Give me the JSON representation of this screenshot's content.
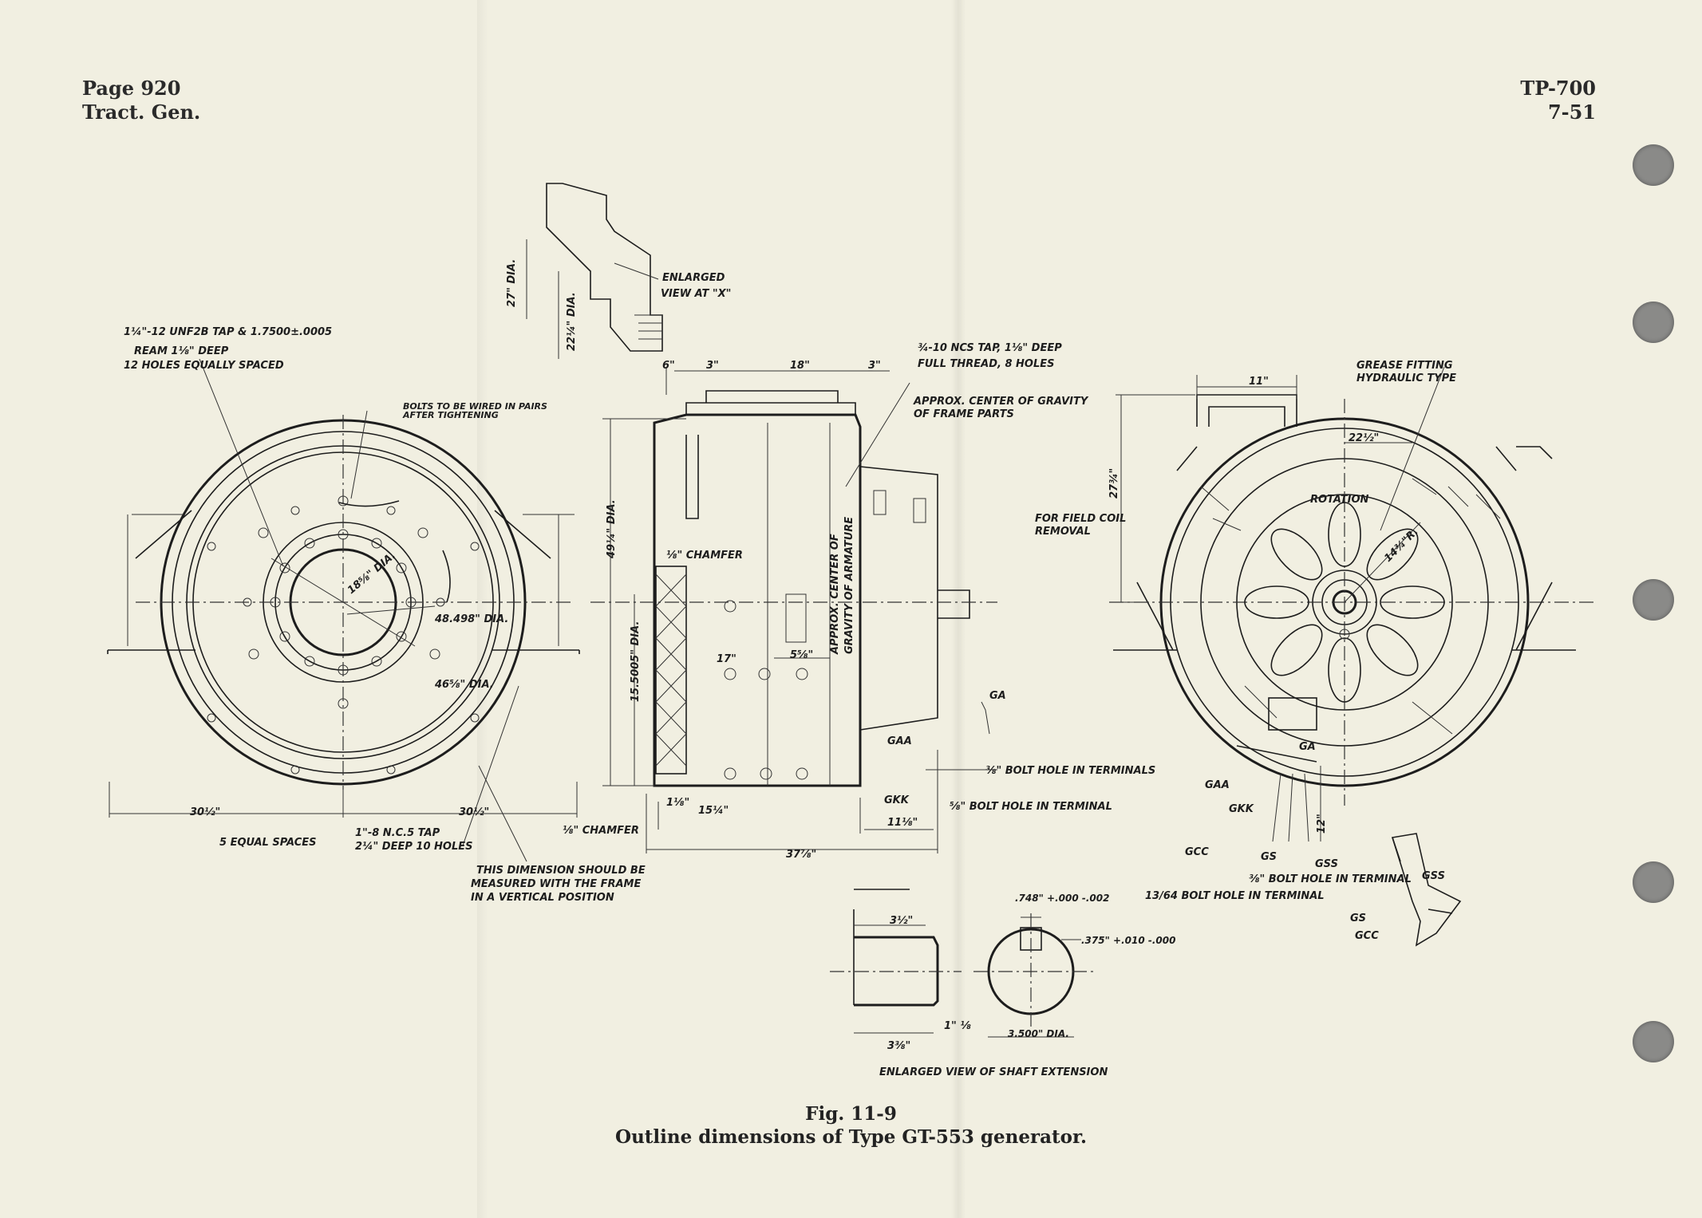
{
  "header": {
    "page": "Page 920",
    "section": "Tract. Gen.",
    "doc": "TP-700",
    "date": "7-51"
  },
  "caption": {
    "fig": "Fig. 11-9",
    "title": "Outline dimensions of Type GT-553 generator."
  },
  "labels": {
    "tap_note_1": "1¼\"-12 UNF2B TAP & 1.7500±.0005",
    "tap_note_2": "REAM 1⅛\" DEEP",
    "tap_note_3": "12 HOLES EQUALLY SPACED",
    "bolts_note_1": "BOLTS TO BE WIRED IN PAIRS",
    "bolts_note_2": "AFTER TIGHTENING",
    "enlarged_1": "ENLARGED",
    "enlarged_2": "VIEW AT \"X\"",
    "dia_27": "27\" DIA.",
    "dia_22": "22¼\" DIA.",
    "dia_18": "18⅝\" DIA.",
    "dia_48": "48.498\" DIA.",
    "dia_46": "46⅝\" DIA.",
    "dim_30a": "30½\"",
    "dim_30b": "30½\"",
    "equal_spaces": "5 EQUAL SPACES",
    "nc_tap_1": "1\"-8 N.C.5 TAP",
    "nc_tap_2": "2¼\" DEEP 10 HOLES",
    "vert_note_1": "THIS DIMENSION SHOULD BE",
    "vert_note_2": "MEASURED WITH THE FRAME",
    "vert_note_3": "IN A VERTICAL POSITION",
    "chamfer_a": "⅛\" CHAMFER",
    "chamfer_b": "⅛\" CHAMFER",
    "ncs_tap_1": "¾-10 NCS TAP, 1⅛\" DEEP",
    "ncs_tap_2": "FULL THREAD, 8 HOLES",
    "cog_frame_1": "APPROX. CENTER OF GRAVITY",
    "cog_frame_2": "OF FRAME PARTS",
    "cog_arm_1": "APPROX. CENTER OF",
    "cog_arm_2": "GRAVITY OF ARMATURE",
    "dia_49": "49¼\" DIA.",
    "dia_15": "15.5005\" DIA.",
    "dim_18": "18\"",
    "dim_17": "17\"",
    "dim_15_4": "15¼\"",
    "dim_37": "37⅞\"",
    "dim_11_8": "11⅛\"",
    "dim_5_8": "5⅝\"",
    "dim_3a": "3\"",
    "dim_3b": "3\"",
    "dim_6": "6\"",
    "dim_1_1_8": "1⅛\"",
    "ga": "GA",
    "gaa": "GAA",
    "gkk": "GKK",
    "bolt_terminals": "⅜\" BOLT HOLE IN TERMINALS",
    "bolt_terminal": "⅝\" BOLT HOLE IN TERMINAL",
    "grease_1": "GREASE FITTING",
    "grease_2": "HYDRAULIC TYPE",
    "field_coil_1": "FOR FIELD COIL",
    "field_coil_2": "REMOVAL",
    "rotation": "ROTATION",
    "dim_11": "11\"",
    "dim_27_4": "27¾\"",
    "dim_22_2": "22½\"",
    "dim_14_4": "14¾\"R.",
    "dim_12": "12\"",
    "gcc": "GCC",
    "gs": "GS",
    "gss": "GSS",
    "bolt_term_3_8": "⅜\" BOLT HOLE IN TERMINAL",
    "bolt_term_13_64": "13/64 BOLT HOLE IN TERMINAL",
    "gss_r": "GSS",
    "gs_r": "GS",
    "gcc_r": "GCC",
    "shaft_748": ".748\" +.000 -.002",
    "shaft_375": ".375\" +.010 -.000",
    "shaft_3500": "3.500\" DIA.",
    "shaft_3_2": "3½\"",
    "shaft_3_8": "3⅜\"",
    "shaft_1_8": "1\" ⅛",
    "shaft_title": "ENLARGED VIEW OF SHAFT EXTENSION"
  }
}
